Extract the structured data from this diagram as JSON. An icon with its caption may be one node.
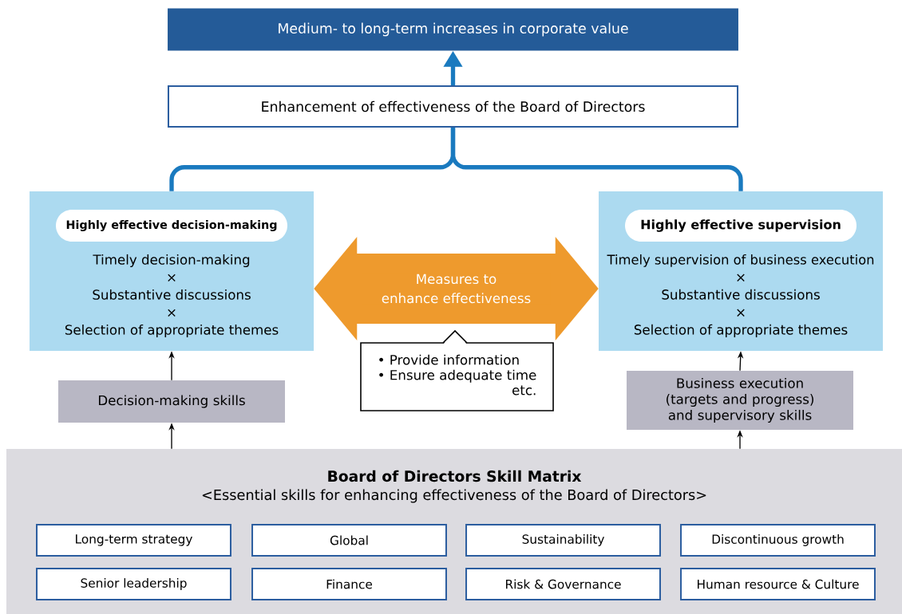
{
  "diagram": {
    "nodes": [
      {
        "text": [
          "Medium- to long-term increases in corporate value"
        ]
      },
      {
        "text": [
          "Enhancement of effectiveness of the Board of Directors"
        ]
      },
      {
        "text": [
          "Highly effective decision-making",
          "Timely decision-making",
          "×",
          "Substantive discussions",
          "×",
          "Selection of appropriate themes"
        ]
      },
      {
        "text": [
          "• Provide information",
          "• Ensure adequate time",
          "etc."
        ]
      },
      {
        "text": [
          "Highly effective supervision",
          "Timely supervision of business execution",
          "×",
          "Substantive discussions",
          "×",
          "Selection of appropriate themes"
        ]
      },
      {
        "text": [
          "Decision-making skills"
        ]
      },
      {
        "text": [
          "Business execution (targets and progress) and supervisory skills"
        ]
      },
      {
        "text": [
          "Board of Directors Skill Matrix",
          "<Essential skills for enhancing effectiveness of the Board of Directors>"
        ]
      },
      {
        "text": [
          "Long-term strategy"
        ],
        "in": 7
      },
      {
        "text": [
          "Global"
        ],
        "in": 7
      },
      {
        "text": [
          "Sustainability"
        ],
        "in": 7
      },
      {
        "text": [
          "Discontinuous growth"
        ],
        "in": 7
      },
      {
        "text": [
          "Senior leadership"
        ],
        "in": 7
      },
      {
        "text": [
          "Finance"
        ],
        "in": 7
      },
      {
        "text": [
          "Risk & Governance"
        ],
        "in": 7
      },
      {
        "text": [
          "Human resource & Culture"
        ],
        "in": 7
      }
    ],
    "edges": [
      {
        "from": 1,
        "to": 0,
        "arrow": "to",
        "style": "thick",
        "color": "#1a7abf"
      },
      {
        "from": 2,
        "to": 1,
        "arrow": "none",
        "style": "thick",
        "color": "#1a7abf"
      },
      {
        "from": 4,
        "to": 1,
        "arrow": "none",
        "style": "thick",
        "color": "#1a7abf"
      },
      {
        "from": 5,
        "to": 2,
        "arrow": "to"
      },
      {
        "from": 7,
        "to": 5,
        "arrow": "to"
      },
      {
        "from": 6,
        "to": 4,
        "arrow": "to"
      },
      {
        "from": 7,
        "to": 6,
        "arrow": "to"
      },
      {
        "from": 2,
        "to": 4,
        "arrow": "both",
        "label": "Measures to enhance effectiveness",
        "style": "thick",
        "color": "#ee9a2d"
      }
    ]
  }
}
